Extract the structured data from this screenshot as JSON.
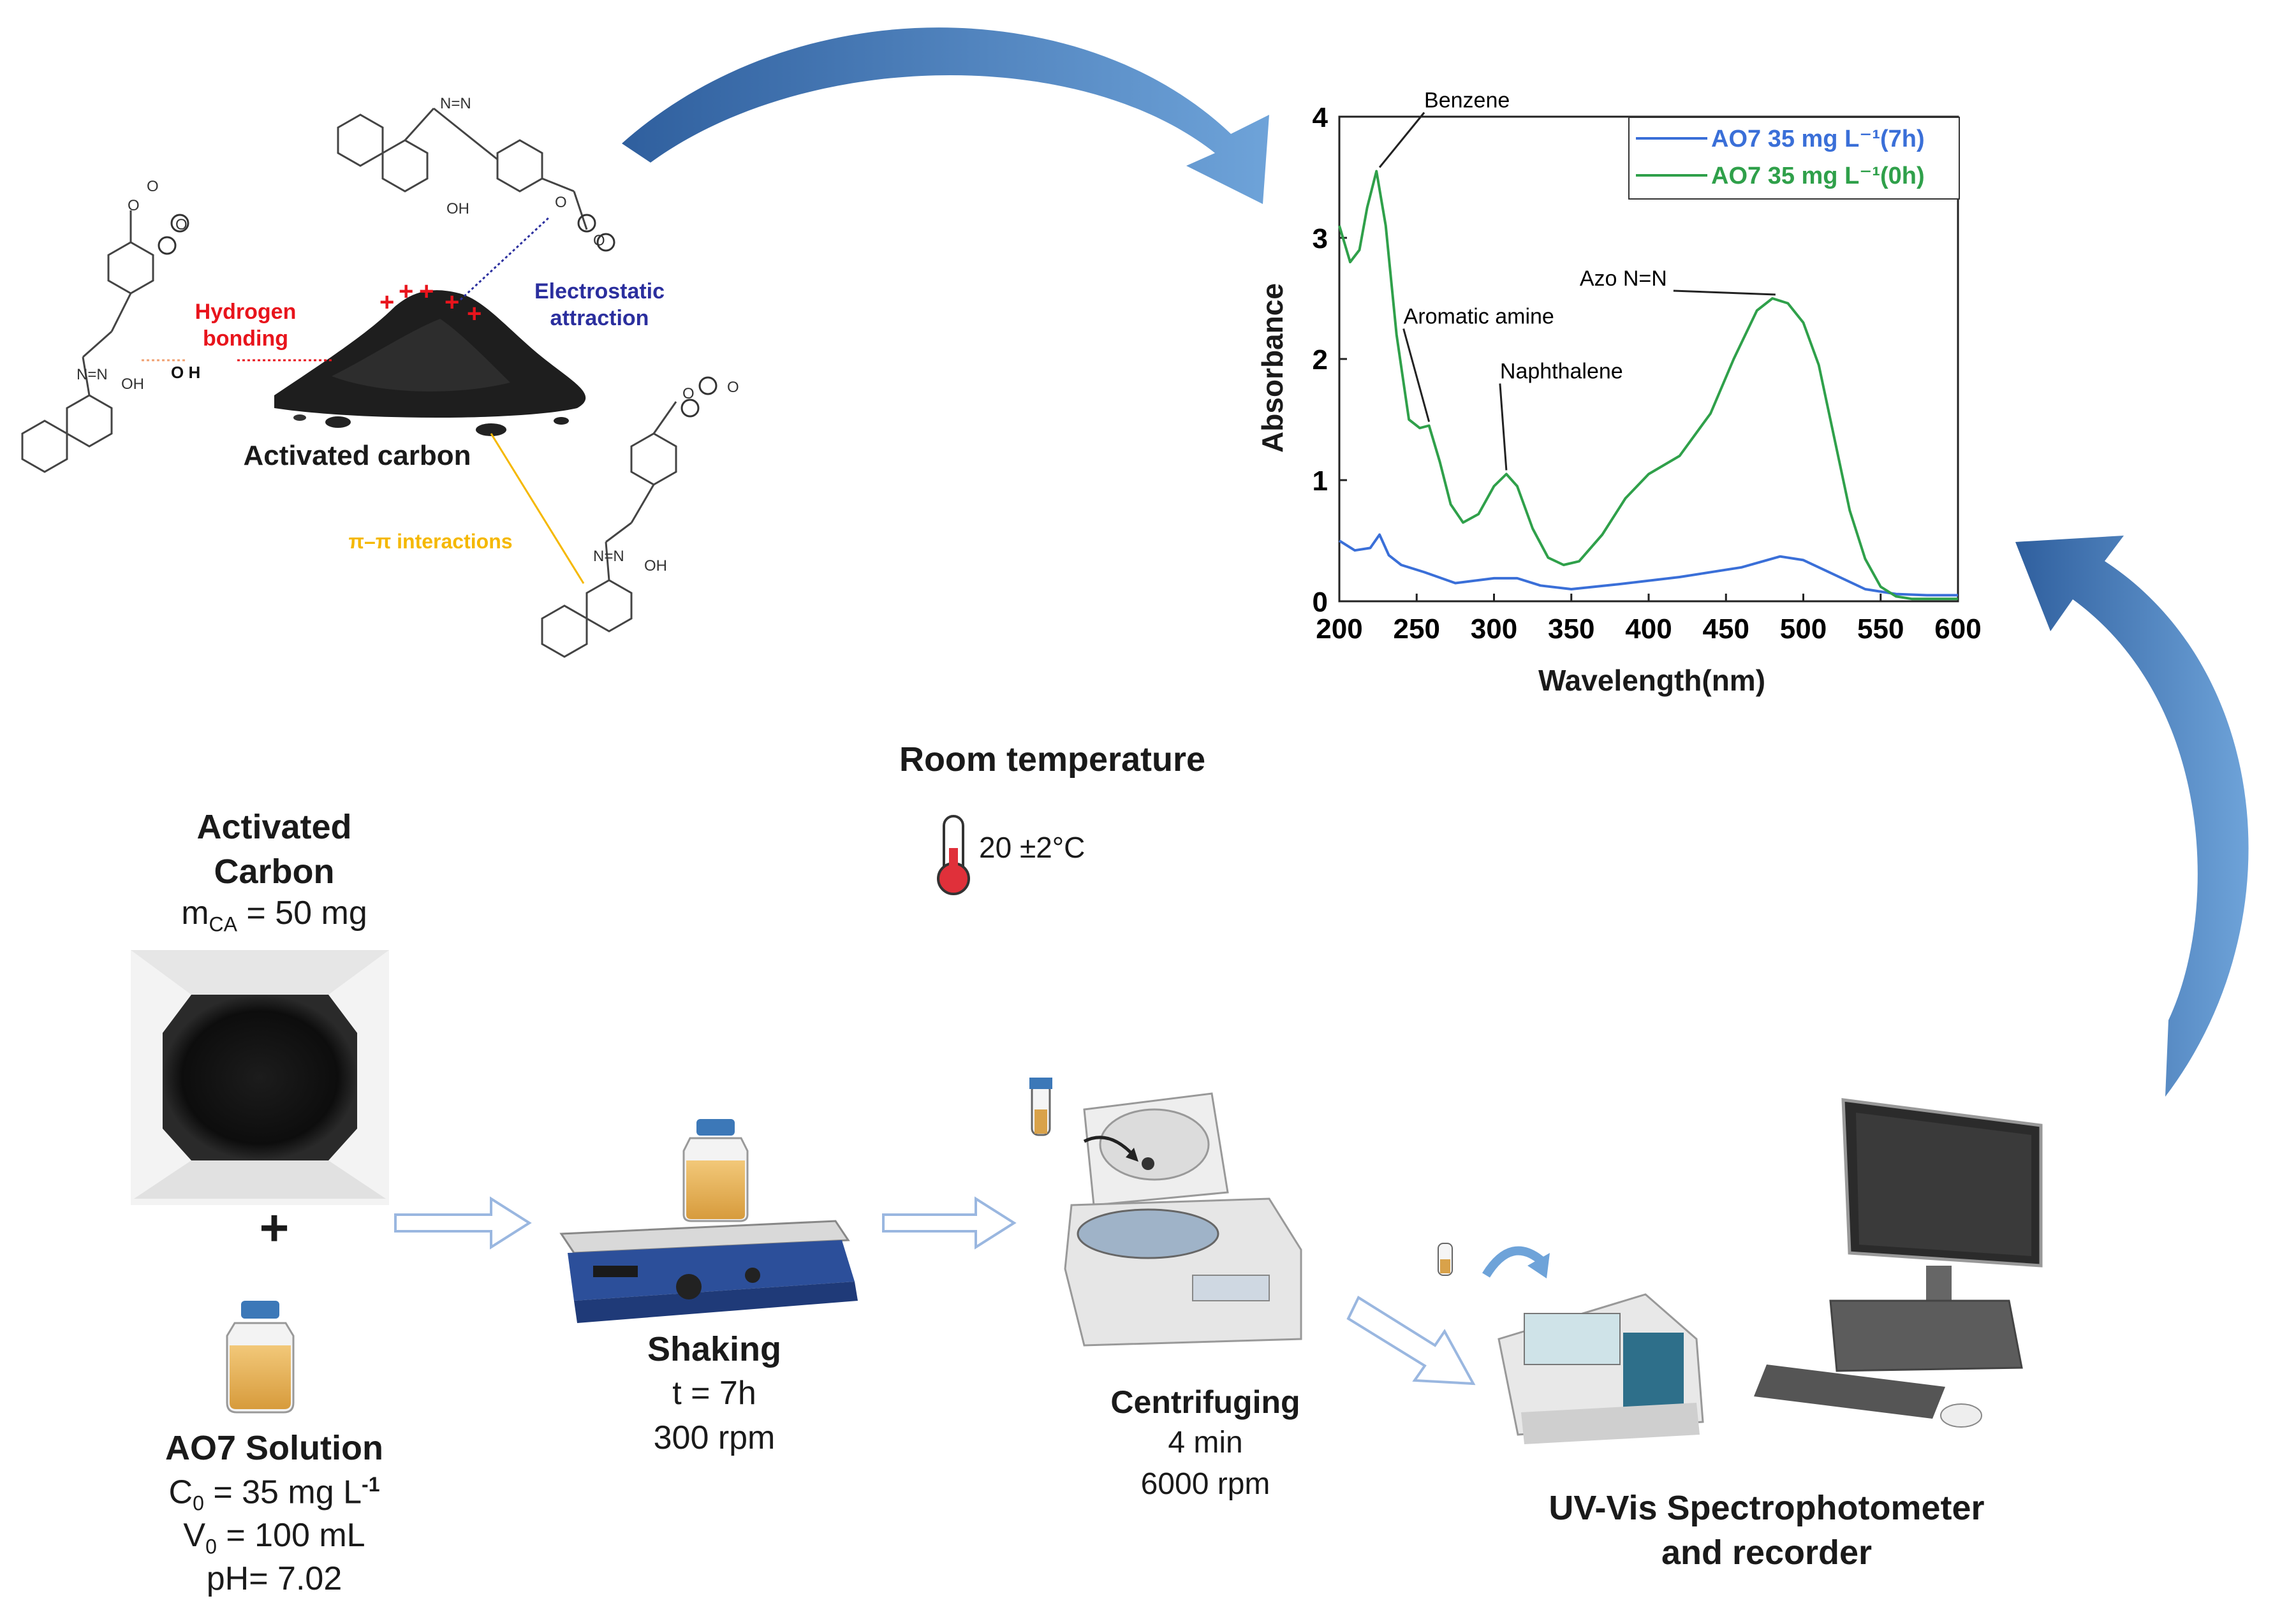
{
  "adsorption": {
    "hydrogen_bonding": "Hydrogen bonding",
    "electrostatic": "Electrostatic attraction",
    "pi_pi": "π–π interactions",
    "activated_carbon": "Activated carbon",
    "o_h": "O   H"
  },
  "chart_data": {
    "type": "line",
    "xlabel": "Wavelength(nm)",
    "ylabel": "Absorbance",
    "xlim": [
      200,
      600
    ],
    "ylim": [
      0,
      4
    ],
    "xticks": [
      200,
      250,
      300,
      350,
      400,
      450,
      500,
      550,
      600
    ],
    "yticks": [
      0,
      1,
      2,
      3,
      4
    ],
    "legend_position": "top-right",
    "series": [
      {
        "name": "AO7  35 mg L⁻¹(7h)",
        "color": "#3a6fd8",
        "x": [
          200,
          210,
          220,
          226,
          232,
          240,
          255,
          275,
          300,
          315,
          330,
          350,
          380,
          420,
          460,
          485,
          500,
          520,
          540,
          560,
          580,
          600
        ],
        "y": [
          0.5,
          0.42,
          0.44,
          0.55,
          0.38,
          0.3,
          0.24,
          0.15,
          0.19,
          0.19,
          0.13,
          0.1,
          0.14,
          0.2,
          0.28,
          0.37,
          0.34,
          0.22,
          0.1,
          0.06,
          0.05,
          0.05
        ]
      },
      {
        "name": "AO7  35 mg L⁻¹(0h)",
        "color": "#2fa04a",
        "x": [
          200,
          207,
          213,
          218,
          224,
          230,
          237,
          245,
          252,
          258,
          265,
          272,
          280,
          290,
          300,
          308,
          315,
          325,
          335,
          345,
          355,
          370,
          385,
          400,
          420,
          440,
          455,
          470,
          480,
          490,
          500,
          510,
          520,
          530,
          540,
          550,
          560,
          570,
          580,
          600
        ],
        "y": [
          3.1,
          2.8,
          2.9,
          3.25,
          3.55,
          3.1,
          2.2,
          1.5,
          1.43,
          1.45,
          1.15,
          0.8,
          0.65,
          0.72,
          0.95,
          1.05,
          0.95,
          0.6,
          0.36,
          0.3,
          0.33,
          0.55,
          0.85,
          1.05,
          1.2,
          1.55,
          2.0,
          2.4,
          2.5,
          2.46,
          2.3,
          1.95,
          1.35,
          0.75,
          0.35,
          0.12,
          0.04,
          0.02,
          0.02,
          0.02
        ]
      }
    ],
    "annotations": [
      {
        "text": "Benzene",
        "x": 226,
        "y": 3.55
      },
      {
        "text": "Aromatic amine",
        "x": 258,
        "y": 1.45
      },
      {
        "text": "Naphthalene",
        "x": 308,
        "y": 1.05
      },
      {
        "text": "Azo N=N",
        "x": 482,
        "y": 2.5
      }
    ]
  },
  "conditions": {
    "room_temperature": "Room temperature",
    "temperature_value": "20 ±2°C"
  },
  "activated_carbon_block": {
    "title_line1": "Activated",
    "title_line2": "Carbon",
    "mass": "mCA = 50 mg",
    "mass_symbol": "m",
    "mass_sub": "CA",
    "mass_rest": " = 50 mg"
  },
  "plus": "+",
  "ao7_solution": {
    "title": "AO7 Solution",
    "c0_symbol": "C",
    "c0_sub": "0",
    "c0_rest": " = 35 mg L",
    "c0_sup": "-1",
    "v0_symbol": "V",
    "v0_sub": "0",
    "v0_rest": " = 100 mL",
    "ph": "pH= 7.02"
  },
  "shaking": {
    "title": "Shaking",
    "time": "t = 7h",
    "speed": "300 rpm"
  },
  "centrifuging": {
    "title": "Centrifuging",
    "time": "4 min",
    "speed": "6000 rpm"
  },
  "uv_vis": {
    "line1": "UV-Vis Spectrophotometer",
    "line2": "and recorder"
  }
}
